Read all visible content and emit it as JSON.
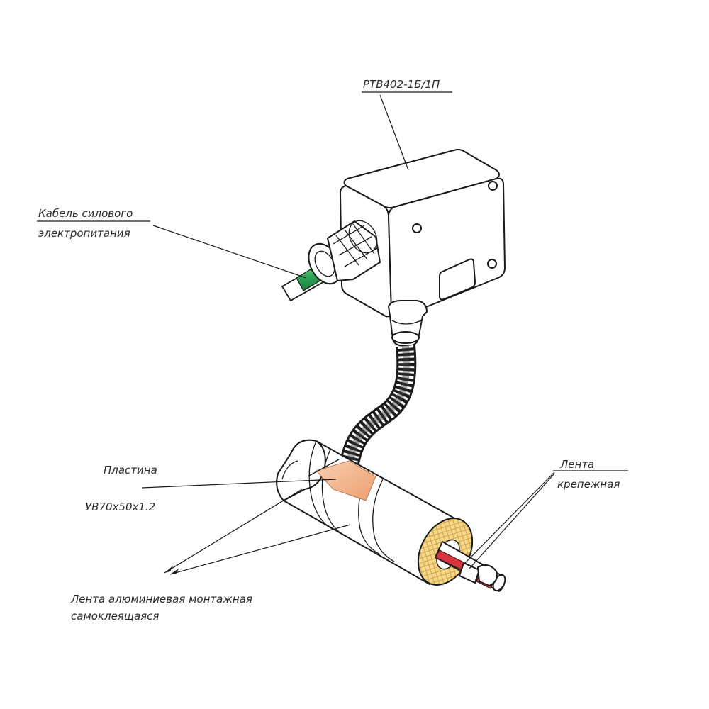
{
  "labels": {
    "device": "РТВ402-1Б/1П",
    "cable_line1": "Кабель силового",
    "cable_line2": "электропитания",
    "plate_line1": "Пластина",
    "plate_line2": "УВ70х50х1.2",
    "band_line1": "Лента",
    "band_line2": "крепежная",
    "tape_line1": "Лента алюминиевая монтажная",
    "tape_line2": "самоклеящаяся"
  },
  "colors": {
    "cable": "#3cbf6a",
    "plate": "#f2b48a",
    "insulation": "#f5d889",
    "band": "#d9343b",
    "hose": "#1c1c1c"
  }
}
